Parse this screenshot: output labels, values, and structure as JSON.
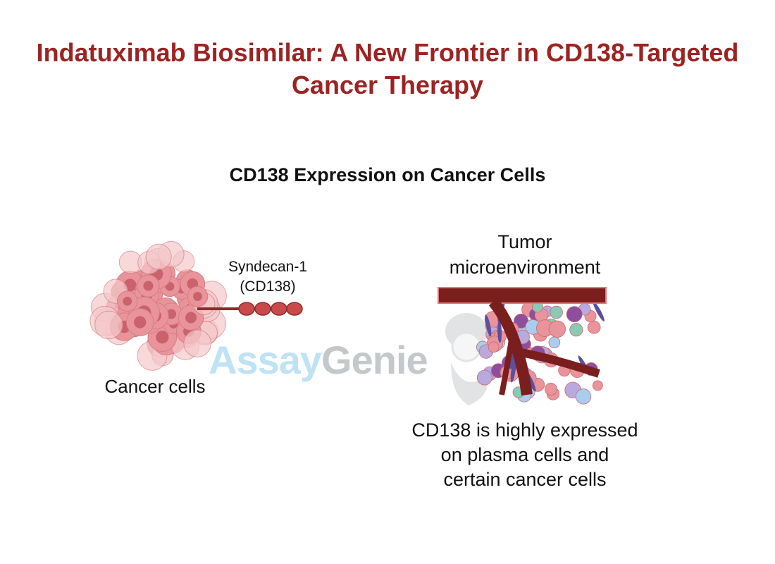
{
  "title": "Indatuximab Biosimilar: A New Frontier in CD138-Targeted Cancer Therapy",
  "subtitle": "CD138 Expression on Cancer Cells",
  "left_panel": {
    "receptor_label_line1": "Syndecan-1",
    "receptor_label_line2": "(CD138)",
    "cells_label": "Cancer cells"
  },
  "right_panel": {
    "label_line1": "Tumor",
    "label_line2": "microenvironment",
    "caption_line1": "CD138 is highly expressed",
    "caption_line2": "on plasma cells and",
    "caption_line3": "certain cancer cells"
  },
  "watermark": {
    "part1": "Assay",
    "part2": "Genie"
  },
  "colors": {
    "title": "#9b2423",
    "cell": "#e8949a",
    "vessel": "#7a1e1e",
    "bead": "#c94a4a"
  }
}
